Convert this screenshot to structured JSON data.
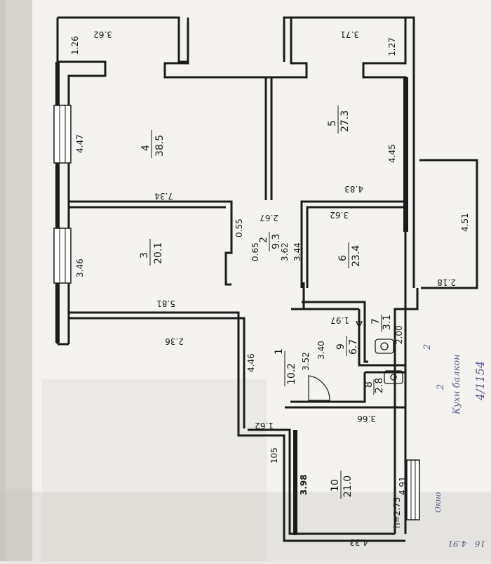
{
  "plan": {
    "rooms": [
      {
        "id": "1",
        "number": "1",
        "area": "10.2"
      },
      {
        "id": "2",
        "number": "2",
        "area": "9.3"
      },
      {
        "id": "3",
        "number": "3",
        "area": "20.1"
      },
      {
        "id": "4",
        "number": "4",
        "area": "38.5"
      },
      {
        "id": "5",
        "number": "5",
        "area": "27.3"
      },
      {
        "id": "6",
        "number": "6",
        "area": "23.4"
      },
      {
        "id": "7",
        "number": "7",
        "area": "3.1"
      },
      {
        "id": "8",
        "number": "8",
        "area": "2.8"
      },
      {
        "id": "9",
        "number": "9",
        "area": "6.7"
      },
      {
        "id": "10",
        "number": "10",
        "area": "21.0"
      }
    ],
    "dimensions": {
      "d_362_top": "3.62",
      "d_126": "1.26",
      "d_447": "4.47",
      "d_346": "3.46",
      "d_734": "7.34",
      "d_581": "5.81",
      "d_055": "0.55",
      "d_065": "0.65",
      "d_267": "2.67",
      "d_371": "3.71",
      "d_127": "1.27",
      "d_445": "4.45",
      "d_483": "4.83",
      "d_362_mid": "3.62",
      "d_362_b": "3.62",
      "d_344": "3.44",
      "d_451": "4.51",
      "d_218": "2.18",
      "d_197": "1.97",
      "d_200": "2.00",
      "d_236": "2.36",
      "d_446": "4.46",
      "d_352": "3.52",
      "d_340": "3.40",
      "d_366": "3.66",
      "d_162": "1.62",
      "d_105": "105",
      "d_398": "3.98",
      "d_491": "4.91",
      "d_h275": "h=2.75",
      "d_433": "4.33"
    },
    "handwriting": {
      "note_vert": "Кухн балкон",
      "note_num": "4/1154",
      "note_2a": "2",
      "note_2b": "2",
      "note_okno": "Окно",
      "note_bl": "4.91",
      "note_bl2": "16"
    }
  },
  "colors": {
    "paper": "#f4f3f0",
    "wall": "#1b1b1b",
    "ink": "#1a1a1a",
    "pen": "#5b5a8a",
    "shadow": "#8c8a86"
  }
}
